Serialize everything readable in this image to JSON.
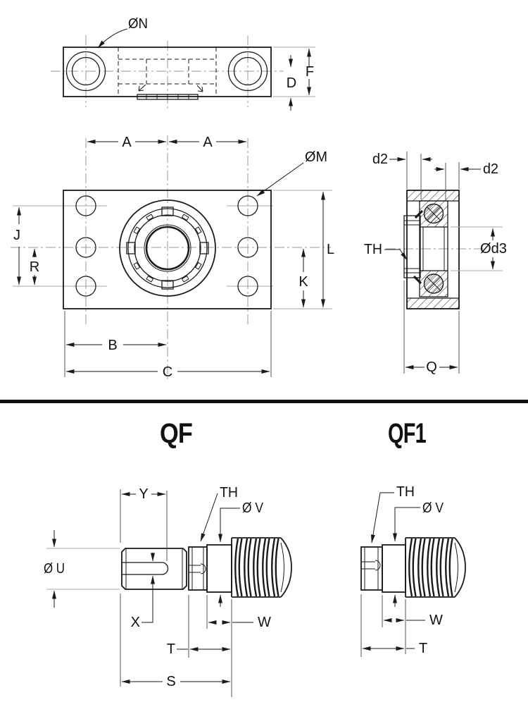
{
  "page": {
    "background": "#ffffff"
  },
  "colors": {
    "line": "#1a1a1a",
    "centerline": "#999999",
    "extension": "#a6a6a6"
  },
  "views": {
    "top_view": {
      "labels": {
        "n": "ØN",
        "f": "F",
        "d": "D"
      }
    },
    "front_view": {
      "labels": {
        "a1": "A",
        "a2": "A",
        "m": "ØM",
        "j": "J",
        "r": "R",
        "l": "L",
        "k": "K",
        "b": "B",
        "c": "C"
      }
    },
    "side_view": {
      "labels": {
        "d2_left": "d2",
        "d2_right": "d2",
        "th": "TH",
        "d3": "Ød3",
        "q": "Q"
      }
    }
  },
  "sections": {
    "qf": {
      "title": "QF",
      "labels": {
        "y": "Y",
        "th": "TH",
        "v": "Ø V",
        "u": "Ø U",
        "x": "X",
        "w": "W",
        "t": "T",
        "s": "S"
      }
    },
    "qf1": {
      "title": "QF1",
      "labels": {
        "th": "TH",
        "v": "Ø V",
        "w": "W",
        "t": "T"
      }
    }
  }
}
